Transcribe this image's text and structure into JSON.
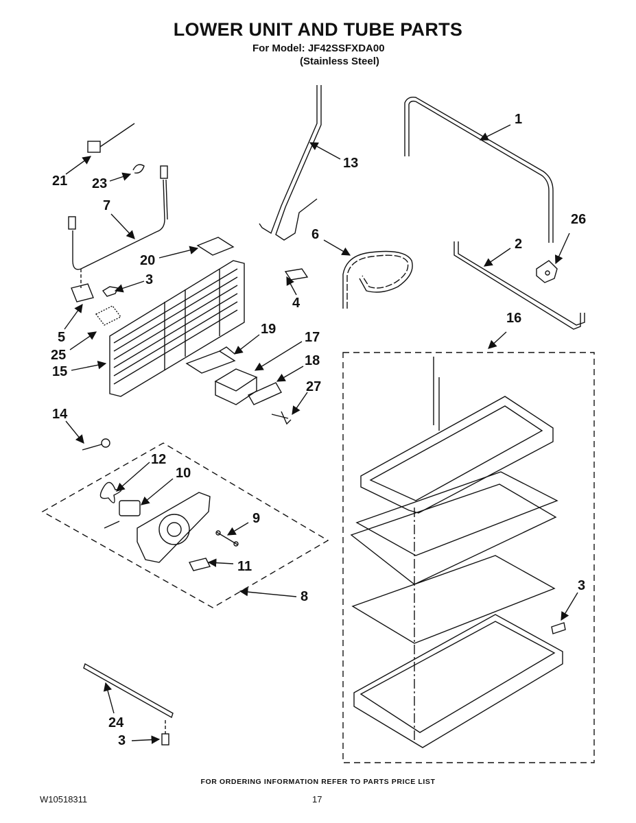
{
  "header": {
    "title": "LOWER UNIT AND TUBE PARTS",
    "model_line": "For Model: JF42SSFXDA00",
    "finish_line": "(Stainless Steel)"
  },
  "callouts": {
    "c1": "1",
    "c2": "2",
    "c3a": "3",
    "c3b": "3",
    "c3c": "3",
    "c4": "4",
    "c5": "5",
    "c6": "6",
    "c7": "7",
    "c8": "8",
    "c9": "9",
    "c10": "10",
    "c11": "11",
    "c12": "12",
    "c13": "13",
    "c14": "14",
    "c15": "15",
    "c16": "16",
    "c17": "17",
    "c18": "18",
    "c19": "19",
    "c20": "20",
    "c21": "21",
    "c23": "23",
    "c24": "24",
    "c25": "25",
    "c26": "26",
    "c27": "27"
  },
  "footer": {
    "ordering_note": "FOR ORDERING INFORMATION REFER TO PARTS PRICE LIST",
    "document_number": "W10518311",
    "page_number": "17"
  }
}
